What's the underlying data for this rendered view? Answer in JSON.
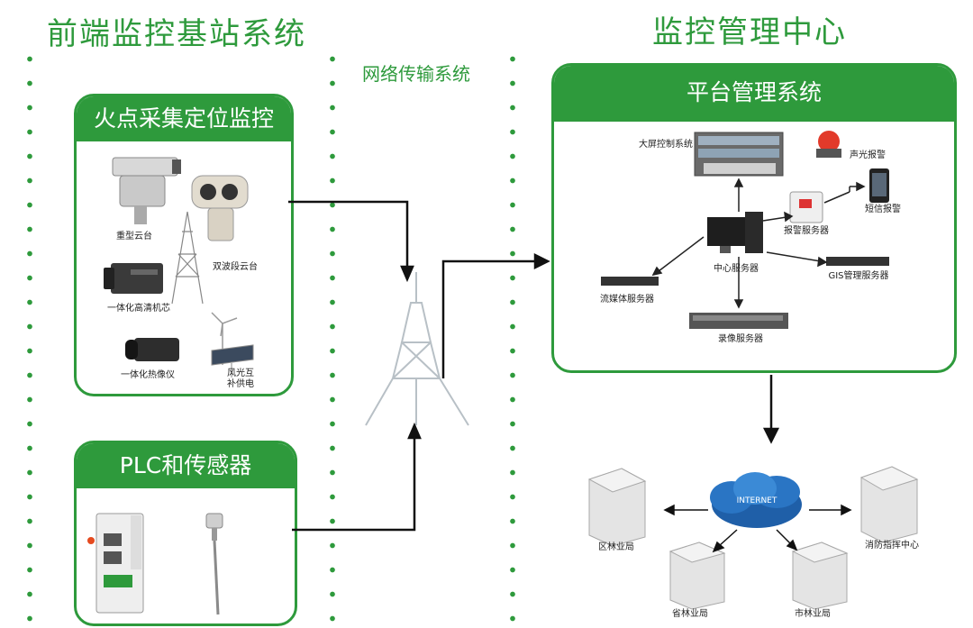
{
  "headers": {
    "front_station": "前端监控基站系统",
    "network": "网络传输系统",
    "center": "监控管理中心"
  },
  "panels": {
    "fire_location": {
      "title": "火点采集定位监控",
      "items": {
        "heavy_ptz": "重型云台",
        "dual_band_ptz": "双波段云台",
        "hd_core": "一体化高清机芯",
        "thermal": "一体化热像仪",
        "wind_solar_1": "风光互",
        "wind_solar_2": "补供电"
      }
    },
    "plc": {
      "title": "PLC和传感器"
    },
    "platform": {
      "title": "平台管理系统",
      "items": {
        "big_screen": "大屏控制系统",
        "sound_light_alarm": "声光报警",
        "sms_alarm": "短信报警",
        "alarm_server": "报警服务器",
        "central_server": "中心服务器",
        "gis_server": "GIS管理服务器",
        "stream_server": "流媒体服务器",
        "record_server": "录像服务器"
      }
    }
  },
  "network_bottom": {
    "internet": "INTERNET",
    "district": "区林业局",
    "fire_command": "消防指挥中心",
    "province": "省林业局",
    "city": "市林业局"
  }
}
